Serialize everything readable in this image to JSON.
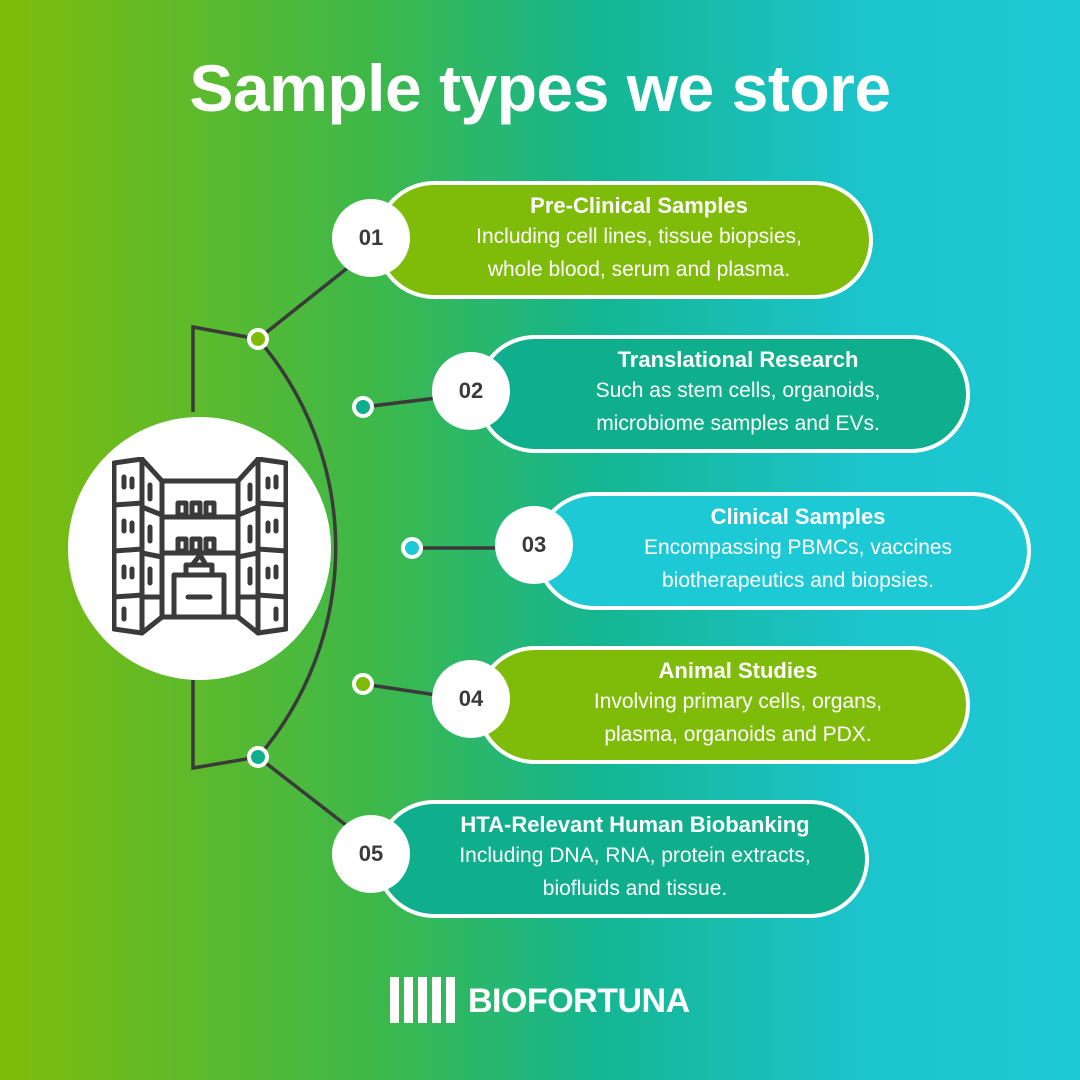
{
  "title": "Sample types we store",
  "items": [
    {
      "number": "01",
      "title": "Pre-Clinical Samples",
      "lines": [
        "Including cell lines, tissue biopsies,",
        "whole blood, serum and plasma."
      ],
      "color": "#7fbc0a"
    },
    {
      "number": "02",
      "title": "Translational Research",
      "lines": [
        "Such as stem cells, organoids,",
        "microbiome samples and EVs."
      ],
      "color": "#0fae8c"
    },
    {
      "number": "03",
      "title": "Clinical Samples",
      "lines": [
        "Encompassing PBMCs, vaccines",
        "biotherapeutics and biopsies."
      ],
      "color": "#1ec9d6"
    },
    {
      "number": "04",
      "title": "Animal Studies",
      "lines": [
        "Involving primary cells, organs,",
        "plasma, organoids and PDX."
      ],
      "color": "#7fbc0a"
    },
    {
      "number": "05",
      "title": "HTA-Relevant Human Biobanking",
      "lines": [
        "Including DNA, RNA, protein extracts,",
        "biofluids and tissue."
      ],
      "color": "#0fae8c"
    }
  ],
  "hub_icon": "biobank-storage-room-icon",
  "brand": {
    "name": "BIOFORTUNA",
    "icon": "barcode-logo-icon"
  },
  "colors": {
    "line": "#3a3a3a",
    "text": "#ffffff",
    "green": "#7fbc0a",
    "teal": "#0fae8c",
    "cyan": "#1ec9d6"
  }
}
